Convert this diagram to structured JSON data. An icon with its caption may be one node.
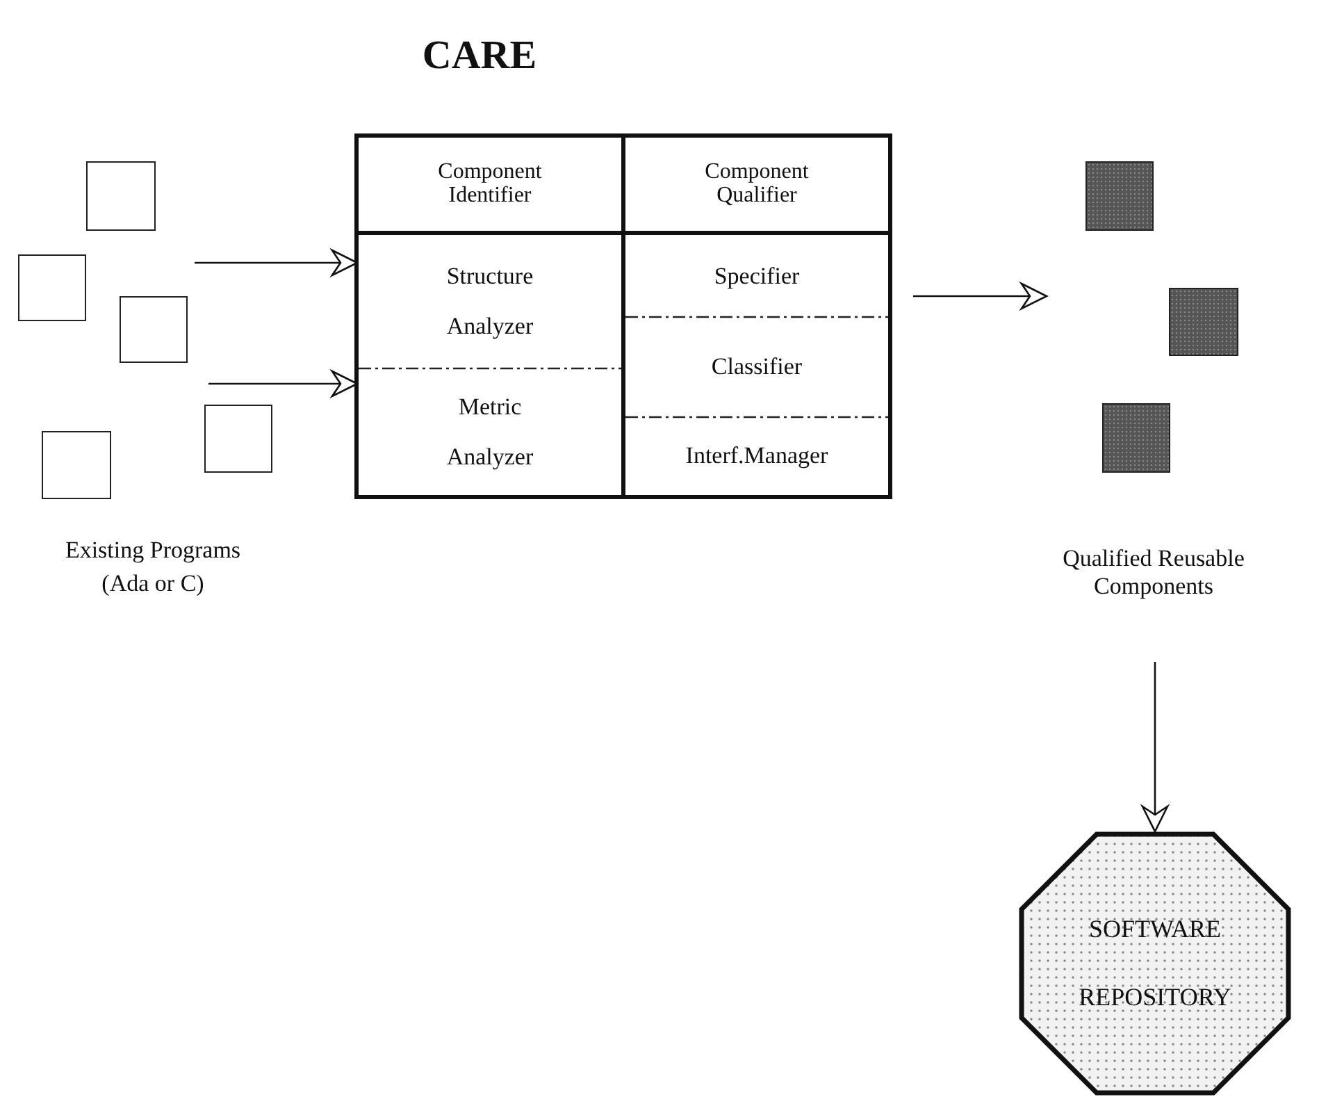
{
  "diagram": {
    "title": "CARE",
    "nodes": [
      {
        "text": [],
        "shape": "box"
      },
      {
        "text": [
          "Component Identifier"
        ],
        "in": 0
      },
      {
        "text": [
          "Component Qualifier"
        ],
        "in": 0
      },
      {
        "text": [
          "Structure Analyzer"
        ],
        "in": 0
      },
      {
        "text": [
          "Metric Analyzer"
        ],
        "in": 0
      },
      {
        "text": [
          "Specifier"
        ],
        "in": 0
      },
      {
        "text": [
          "Classifier"
        ],
        "in": 0
      },
      {
        "text": [
          "Interf.Manager"
        ],
        "in": 0
      },
      {
        "text": [],
        "shape": "box"
      },
      {
        "text": [],
        "shape": "box"
      },
      {
        "text": [],
        "shape": "box"
      },
      {
        "text": [],
        "shape": "box"
      },
      {
        "text": [],
        "shape": "box"
      },
      {
        "text": [],
        "shape": "box"
      },
      {
        "text": [],
        "shape": "box"
      },
      {
        "text": [],
        "shape": "box"
      },
      {
        "text": [
          "Qualified Reusable Components"
        ]
      },
      {
        "text": [
          "SOFTWARE REPOSITORY"
        ]
      }
    ],
    "edges": [
      {
        "from": null,
        "to": 3,
        "arrow": "to"
      },
      {
        "from": null,
        "to": 4,
        "arrow": "to"
      },
      {
        "from": 0,
        "to": null,
        "arrow": "to"
      },
      {
        "from": 16,
        "to": 17,
        "arrow": "to"
      }
    ],
    "labels": [
      "Existing Programs (Ada or C)"
    ]
  }
}
